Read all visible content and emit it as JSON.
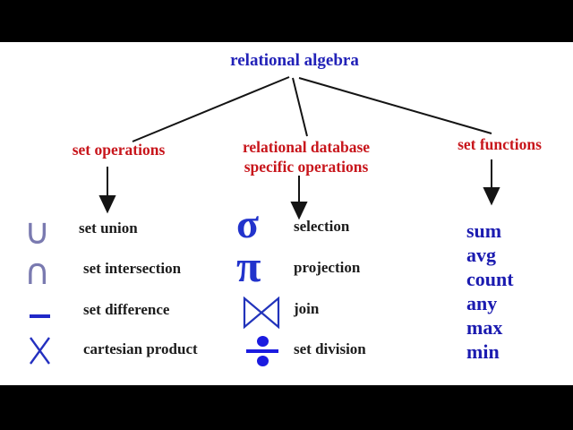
{
  "title": "relational algebra diagram",
  "root": {
    "label": "relational algebra"
  },
  "branches": [
    {
      "id": "set-operations",
      "label": "set operations"
    },
    {
      "id": "relational-database-specific-operations",
      "lines": [
        "relational database",
        "specific operations"
      ]
    },
    {
      "id": "set-functions",
      "label": "set functions"
    }
  ],
  "set_operations": {
    "items": [
      {
        "symbol": "∪",
        "symbol_name": "union-symbol",
        "label": "set union"
      },
      {
        "symbol": "∩",
        "symbol_name": "intersection-symbol",
        "label": "set intersection"
      },
      {
        "symbol": "−",
        "symbol_name": "minus-symbol",
        "label": "set difference"
      },
      {
        "symbol": "×",
        "symbol_name": "cross-product-symbol",
        "label": "cartesian product"
      }
    ]
  },
  "relational_operations": {
    "items": [
      {
        "symbol": "σ",
        "symbol_name": "sigma-symbol",
        "label": "selection"
      },
      {
        "symbol": "π",
        "symbol_name": "pi-symbol",
        "label": "projection"
      },
      {
        "symbol": "⋈",
        "symbol_name": "bowtie-join-symbol",
        "label": "join"
      },
      {
        "symbol": "÷",
        "symbol_name": "division-symbol",
        "label": "set division"
      }
    ]
  },
  "set_functions": {
    "items": [
      "sum",
      "avg",
      "count",
      "any",
      "max",
      "min"
    ]
  },
  "colors": {
    "letterbox_black": "#000000",
    "background_white": "#ffffff",
    "title_blue": "#2222b8",
    "heading_red": "#c8161c",
    "label_black": "#1c1c1c",
    "symbol_strong_blue": "#2028cc",
    "symbol_slate_blue": "#7a7ab0",
    "functions_blue": "#1b1bb0",
    "connector_black": "#141414"
  }
}
